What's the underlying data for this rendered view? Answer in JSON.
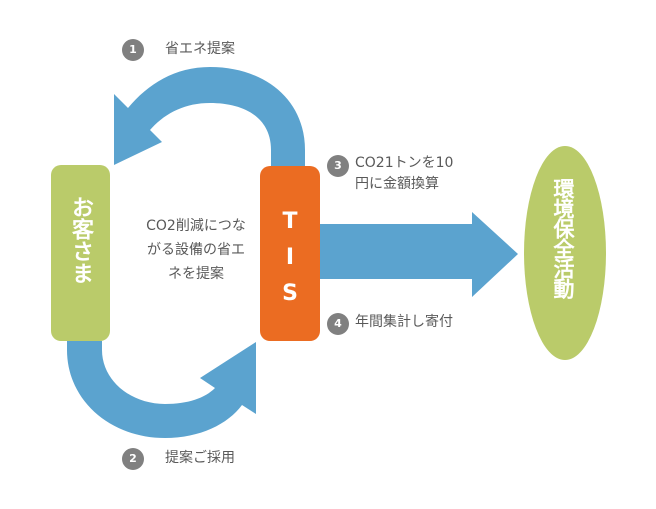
{
  "colors": {
    "arrow": "#5BA3CF",
    "customer_box": "#BACB6A",
    "tis_box": "#EB6C22",
    "env_ellipse": "#BACB6A",
    "badge": "#808080",
    "label_text": "#595959"
  },
  "nodes": {
    "customer": "お客さま",
    "tis": "TIS",
    "environment": "環境保全活動"
  },
  "center_note": "CO2削減につながる設備の省エネを提案",
  "steps": [
    {
      "number": "1",
      "label": "省エネ提案"
    },
    {
      "number": "2",
      "label": "提案ご採用"
    },
    {
      "number": "3",
      "label": "CO21トンを10円に金額換算"
    },
    {
      "number": "4",
      "label": "年間集計し寄付"
    }
  ]
}
